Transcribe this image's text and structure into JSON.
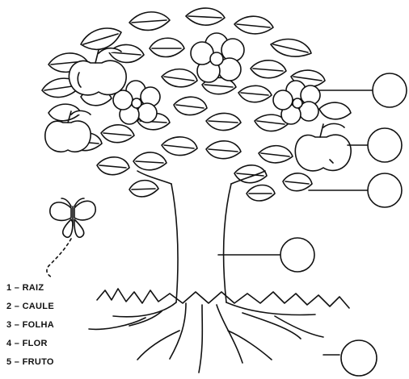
{
  "diagram": {
    "legend": [
      {
        "number": "1",
        "label": "RAIZ"
      },
      {
        "number": "2",
        "label": "CAULE"
      },
      {
        "number": "3",
        "label": "FOLHA"
      },
      {
        "number": "4",
        "label": "FLOR"
      },
      {
        "number": "5",
        "label": "FRUTO"
      }
    ],
    "answer_circles": 5
  }
}
